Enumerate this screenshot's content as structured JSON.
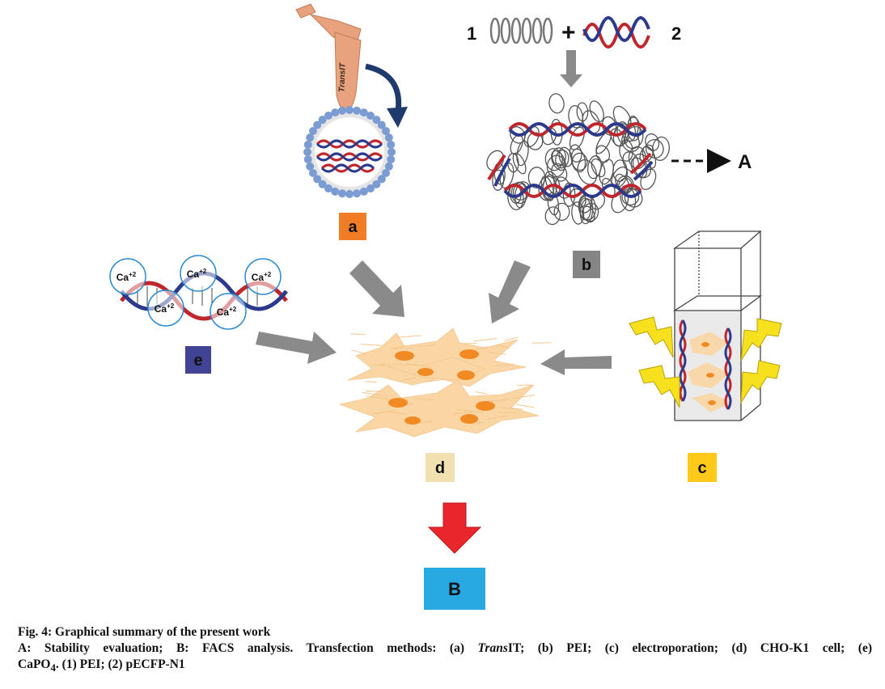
{
  "figure": {
    "tube_label": "TransIT",
    "tube_label_mark": "*",
    "label_1": "1",
    "label_2": "2",
    "plus": "+",
    "label_A": "A",
    "ion": "Ca",
    "ion_charge": "+2",
    "panel_labels": {
      "a": {
        "text": "a",
        "color": "#f07c25"
      },
      "b": {
        "text": "b",
        "color": "#858585"
      },
      "c": {
        "text": "c",
        "color": "#ffc91a"
      },
      "d": {
        "text": "d",
        "color": "#f1e1b0"
      },
      "e": {
        "text": "e",
        "color": "#414494"
      },
      "B": {
        "text": "B",
        "color": "#29a9e1"
      }
    },
    "colors": {
      "dna_red": "#c0272d",
      "dna_blue": "#2b3a8c",
      "cell": "#fad6a5",
      "nucleus": "#f28a24",
      "lipid_head": "#7b9bd3",
      "arrow_gray": "#8a8a8a",
      "arrow_red": "#e8262b",
      "lightning": "#f7e01d",
      "tube": "#e8a37e",
      "curved_arrow": "#1f3b6e"
    }
  },
  "caption": {
    "title": "Fig. 4: Graphical summary of the present work",
    "line2_pre": "A: Stability evaluation; B: FACS analysis. Transfection methods: (a) ",
    "line2_italic": "Trans",
    "line2_post": "IT; (b) PEI; (c) electroporation; (d) CHO-K1 cell; (e)",
    "line3_pre": "CaPO",
    "line3_sub": "4",
    "line3_post": ". (1) PEI; (2) pECFP-N1"
  }
}
